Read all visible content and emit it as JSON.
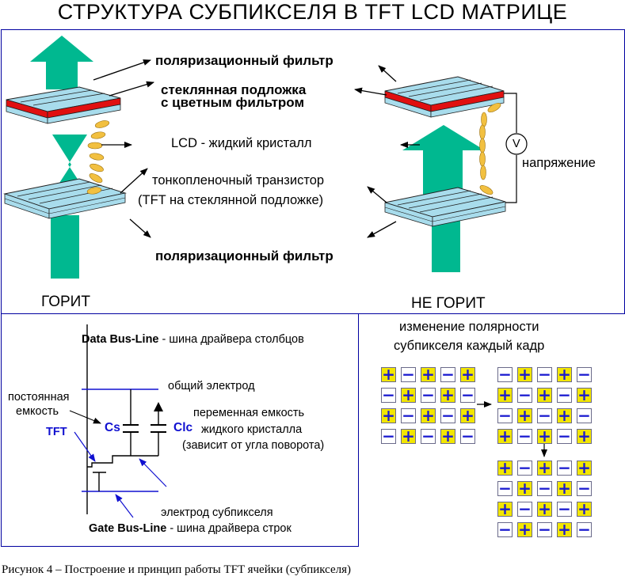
{
  "title": "СТРУКТУРА СУБПИКСЕЛЯ В TFT LCD МАТРИЦЕ",
  "top_panel": {
    "labels": {
      "polarizer_top": "поляризационный фильтр",
      "glass_line1": "стеклянная подложка",
      "glass_line2": "с цветным фильтром",
      "liquid_crystal": "LCD - жидкий кристалл",
      "tft_line1": "тонкопленочный транзистор",
      "tft_line2": "(TFT на стеклянной подложке)",
      "polarizer_bottom": "поляризационный фильтр",
      "voltage": "напряжение",
      "voltmeter": "V"
    },
    "state_on": "ГОРИТ",
    "state_off": "НЕ ГОРИТ"
  },
  "circuit": {
    "data_bus_bold": "Data Bus-Line",
    "data_bus_desc": " - шина драйвера столбцов",
    "common_electrode": "общий электрод",
    "storage_line1": "постоянная",
    "storage_line2": "емкость",
    "cs_label": "Cs",
    "clc_label": "Clc",
    "variable_line1": "переменная емкость",
    "variable_line2": "жидкого кристалла",
    "variable_line3": "(зависит от угла поворота)",
    "tft_label": "TFT",
    "pixel_electrode": "электрод субпикселя",
    "gate_bus_bold": "Gate Bus-Line",
    "gate_bus_desc": " - шина драйвера строк"
  },
  "polarity": {
    "title_line1": "изменение полярности",
    "title_line2": "субпикселя каждый кадр",
    "frame1": [
      "+",
      "−",
      "+",
      "−",
      "+",
      "−",
      "+",
      "−",
      "+",
      "−",
      "+",
      "−",
      "+",
      "−",
      "+",
      "−",
      "+",
      "−",
      "+",
      "−"
    ],
    "frame2": [
      "−",
      "+",
      "−",
      "+",
      "−",
      "+",
      "−",
      "+",
      "−",
      "+",
      "−",
      "+",
      "−",
      "+",
      "−",
      "+",
      "−",
      "+",
      "−",
      "+"
    ],
    "frame3": [
      "+",
      "−",
      "+",
      "−",
      "+",
      "−",
      "+",
      "−",
      "+",
      "−",
      "+",
      "−",
      "+",
      "−",
      "+",
      "−",
      "+",
      "−",
      "+",
      "−"
    ]
  },
  "caption": "Рисунок 4 – Построение и принцип работы TFT ячейки (субпикселя)",
  "colors": {
    "border": "#0000a0",
    "light_beam": "#00b890",
    "glass": "#a8dcec",
    "color_filter": "#e01010",
    "crystal": "#f2c040",
    "bus_line": "#1010d0",
    "plus_cell": "#f2e600"
  }
}
